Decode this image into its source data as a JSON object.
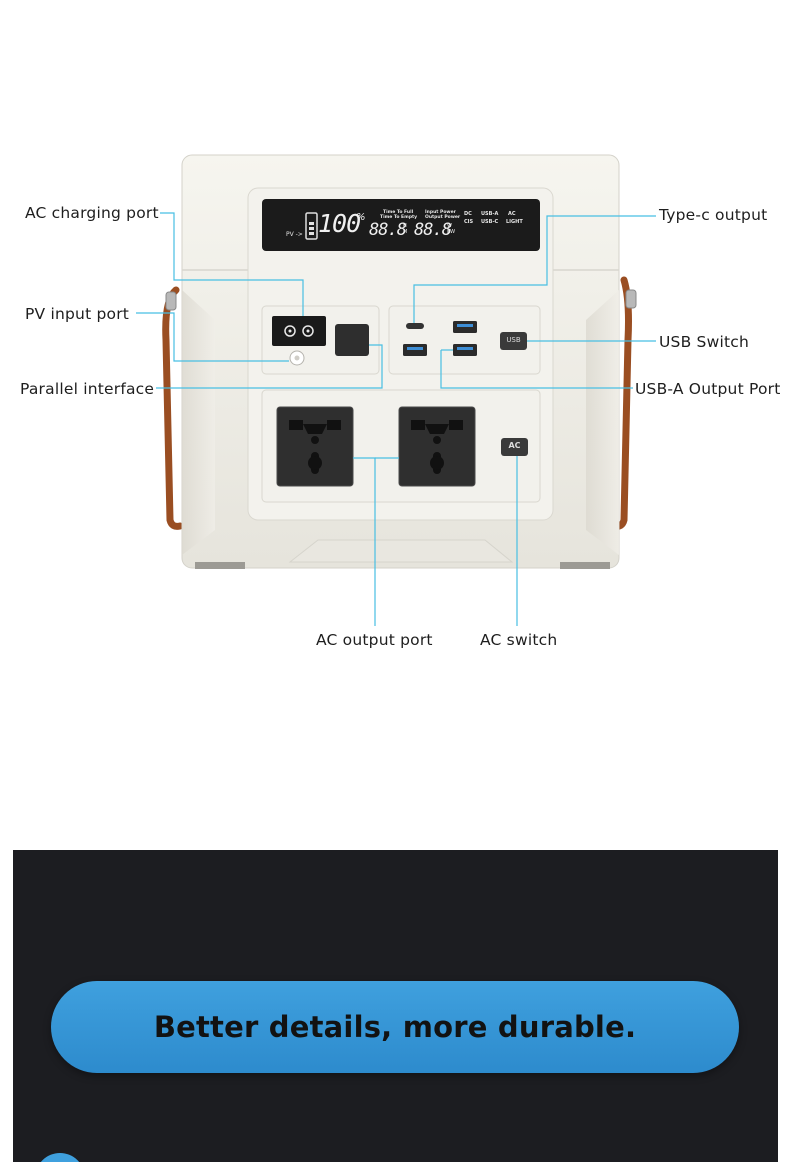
{
  "callouts": {
    "ac_charging_port": "AC charging port",
    "pv_input_port": "PV input port",
    "parallel_interface": "Parallel interface",
    "type_c_output": "Type-c output",
    "usb_switch": "USB Switch",
    "usb_a_output_port": "USB-A Output Port",
    "ac_output_port": "AC output port",
    "ac_switch": "AC switch"
  },
  "display": {
    "pv_label": "PV ->",
    "battery_percent": "100",
    "percent_sign": "%",
    "time_digits": "88.8",
    "time_units": "H M",
    "power_digits": "88.8",
    "power_units": "W KW",
    "time_to_full": "Time To Full",
    "time_to_empty": "Time To Empty",
    "input_power": "Input Power",
    "output_power": "Output Power",
    "dc": "DC",
    "usb_a": "USB-A",
    "ac": "AC",
    "cis": "CIS",
    "usb_c": "USB-C",
    "light": "LIGHT"
  },
  "device": {
    "usb_button": "USB",
    "ac_button": "AC"
  },
  "banner": {
    "text": "Better details, more durable."
  },
  "colors": {
    "leader_line": "#48bfe3",
    "banner": "#3a9ad9",
    "dark_bg": "#1c1d21",
    "device_body": "#efede6",
    "handle": "#9a4e22"
  }
}
